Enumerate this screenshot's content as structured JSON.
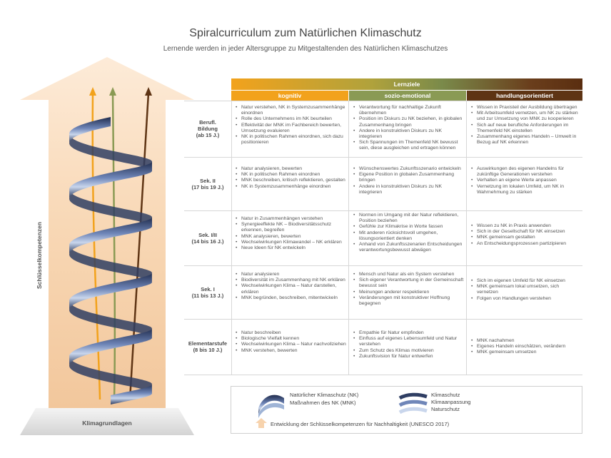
{
  "title": "Spiralcurriculum zum Natürlichen Klimaschutz",
  "subtitle": "Lernende werden in jeder Altersgruppe zu Mitgestaltenden des Natürlichen Klimaschutzes",
  "left": {
    "axis_label": "Schlüsselkompetenzen",
    "base_label": "Klimagrundlagen"
  },
  "table": {
    "header": "Lernziele",
    "columns": [
      "kognitiv",
      "sozio-emotional",
      "handlungsorientiert"
    ],
    "rows": [
      {
        "label_line1": "Berufl.",
        "label_line2": "Bildung",
        "label_line3": "(ab 15 J.)",
        "kognitiv": [
          "Natur verstehen, NK in Systemzusammenhänge einordnen",
          "Rolle des Unternehmens im NK beurteilen",
          "Effektivität der MNK im Fachbereich bewerten, Umsetzung evaluieren",
          "NK in politischen Rahmen einordnen, sich dazu positionieren"
        ],
        "sozio": [
          "Verantwortung für nachhaltige Zukunft übernehmen",
          "Position im Diskurs zu NK beziehen, in globalen Zusammenhang bringen",
          "Andere in konstruktiven Diskurs zu NK integrieren",
          "Sich Spannungen im Themenfeld NK bewusst sein, diese ausgleichen und ertragen können"
        ],
        "hand": [
          "Wissen in Praxisteil der Ausbildung übertragen",
          "Mit Arbeitsumfeld vernetzen, um NK zu stärken und zur Umsetzung von MNK zu kooperieren",
          "Sich auf neue berufliche Anforderungen im Themenfeld NK einstellen",
          "Zusammenhang eigenes Handeln – Umwelt in Bezug auf NK erkennen"
        ]
      },
      {
        "label_line1": "Sek. II",
        "label_line2": "(17 bis 19 J.)",
        "label_line3": "",
        "kognitiv": [
          "Natur analysieren, bewerten",
          "NK in politischen Rahmen einordnen",
          "MNK beschreiben, kritisch reflektieren, gestalten",
          "NK in Systemzusammenhänge einordnen"
        ],
        "sozio": [
          "Wünschenswertes Zukunftsszenario entwickeln",
          "Eigene Position in globalen Zusammenhang bringen",
          "Andere in konstruktiven Diskurs zu NK integrieren"
        ],
        "hand": [
          "Auswirkungen des eigenen Handelns für zukünftige Generationen verstehen",
          "Verhalten an eigene Werte anpassen",
          "Vernetzung im lokalen Umfeld, um NK in Wahrnehmung zu stärken"
        ]
      },
      {
        "label_line1": "Sek. I/II",
        "label_line2": "(14 bis 16 J.)",
        "label_line3": "",
        "kognitiv": [
          "Natur in Zusammenhängen verstehen",
          "Synergieeffekte NK – Biodiversitätsschutz erkennen, begreifen",
          "MNK analysieren, bewerten",
          "Wechselwirkungen Klimawandel – NK erklären",
          "Neue Ideen für NK entwickeln"
        ],
        "sozio": [
          "Normen im Umgang mit der Natur reflektieren, Position beziehen",
          "Gefühle zur Klimakrise in Worte fassen",
          "Mit anderen rücksichtsvoll umgehen, lösungsorientiert denken",
          "Anhand von Zukunftsszenarien Entscheidungen verantwortungsbewusst abwägen"
        ],
        "hand": [
          "Wissen zu NK in Praxis anwenden",
          "Sich in der Gesellschaft für NK einsetzen",
          "MNK gemeinsam gestalten",
          "An Entscheidungsprozessen partizipieren"
        ]
      },
      {
        "label_line1": "Sek. I",
        "label_line2": "(11 bis 13 J.)",
        "label_line3": "",
        "kognitiv": [
          "Natur analysieren",
          "Biodiversität im Zusammenhang mit NK erklären",
          "Wechselwirkungen Klima – Natur darstellen, erklären",
          "MNK begründen, beschreiben, mitentwickeln"
        ],
        "sozio": [
          "Mensch und Natur als ein System verstehen",
          "Sich eigener Verantwortung in der Gemeinschaft bewusst sein",
          "Meinungen anderer respektieren",
          "Veränderungen mit konstruktiver Hoffnung begegnen"
        ],
        "hand": [
          "Sich im eigenen Umfeld für NK einsetzen",
          "MNK gemeinsam lokal umsetzen, sich vernetzen",
          "Folgen von Handlungen verstehen"
        ]
      },
      {
        "label_line1": "Elementarstufe",
        "label_line2": "(8 bis 10 J.)",
        "label_line3": "",
        "kognitiv": [
          "Natur beschreiben",
          "Biologische Vielfalt kennen",
          "Wechselwirkungen Klima – Natur nachvollziehen",
          "MNK verstehen, bewerten"
        ],
        "sozio": [
          "Empathie für Natur empfinden",
          "Einfluss auf eigenes Lebensumfeld und Natur verstehen",
          "Zum Schutz des Klimas motivieren",
          "Zukunftsvision für Natur entwerfen"
        ],
        "hand": [
          "MNK nachahmen",
          "Eigenes Handeln einschätzen, verändern",
          "MNK gemeinsam umsetzen"
        ]
      }
    ]
  },
  "legend": {
    "nk": "Natürlicher Klimaschutz (NK)",
    "mnk": "Maßnahmen des NK (MNK)",
    "klimaschutz": "Klimaschutz",
    "klimaanpassung": "Klimaanpassung",
    "naturschutz": "Naturschutz",
    "arrow": "Entwicklung der Schlüsselkompetenzen für Nachhaltigkeit (UNESCO 2017)"
  },
  "colors": {
    "orange": "#f2a21c",
    "olive": "#8a9a54",
    "brown": "#5e3414",
    "navy": "#2f3e63",
    "light_blue": "#9fb4d6",
    "arrow_fill": "#f7dcc0"
  }
}
